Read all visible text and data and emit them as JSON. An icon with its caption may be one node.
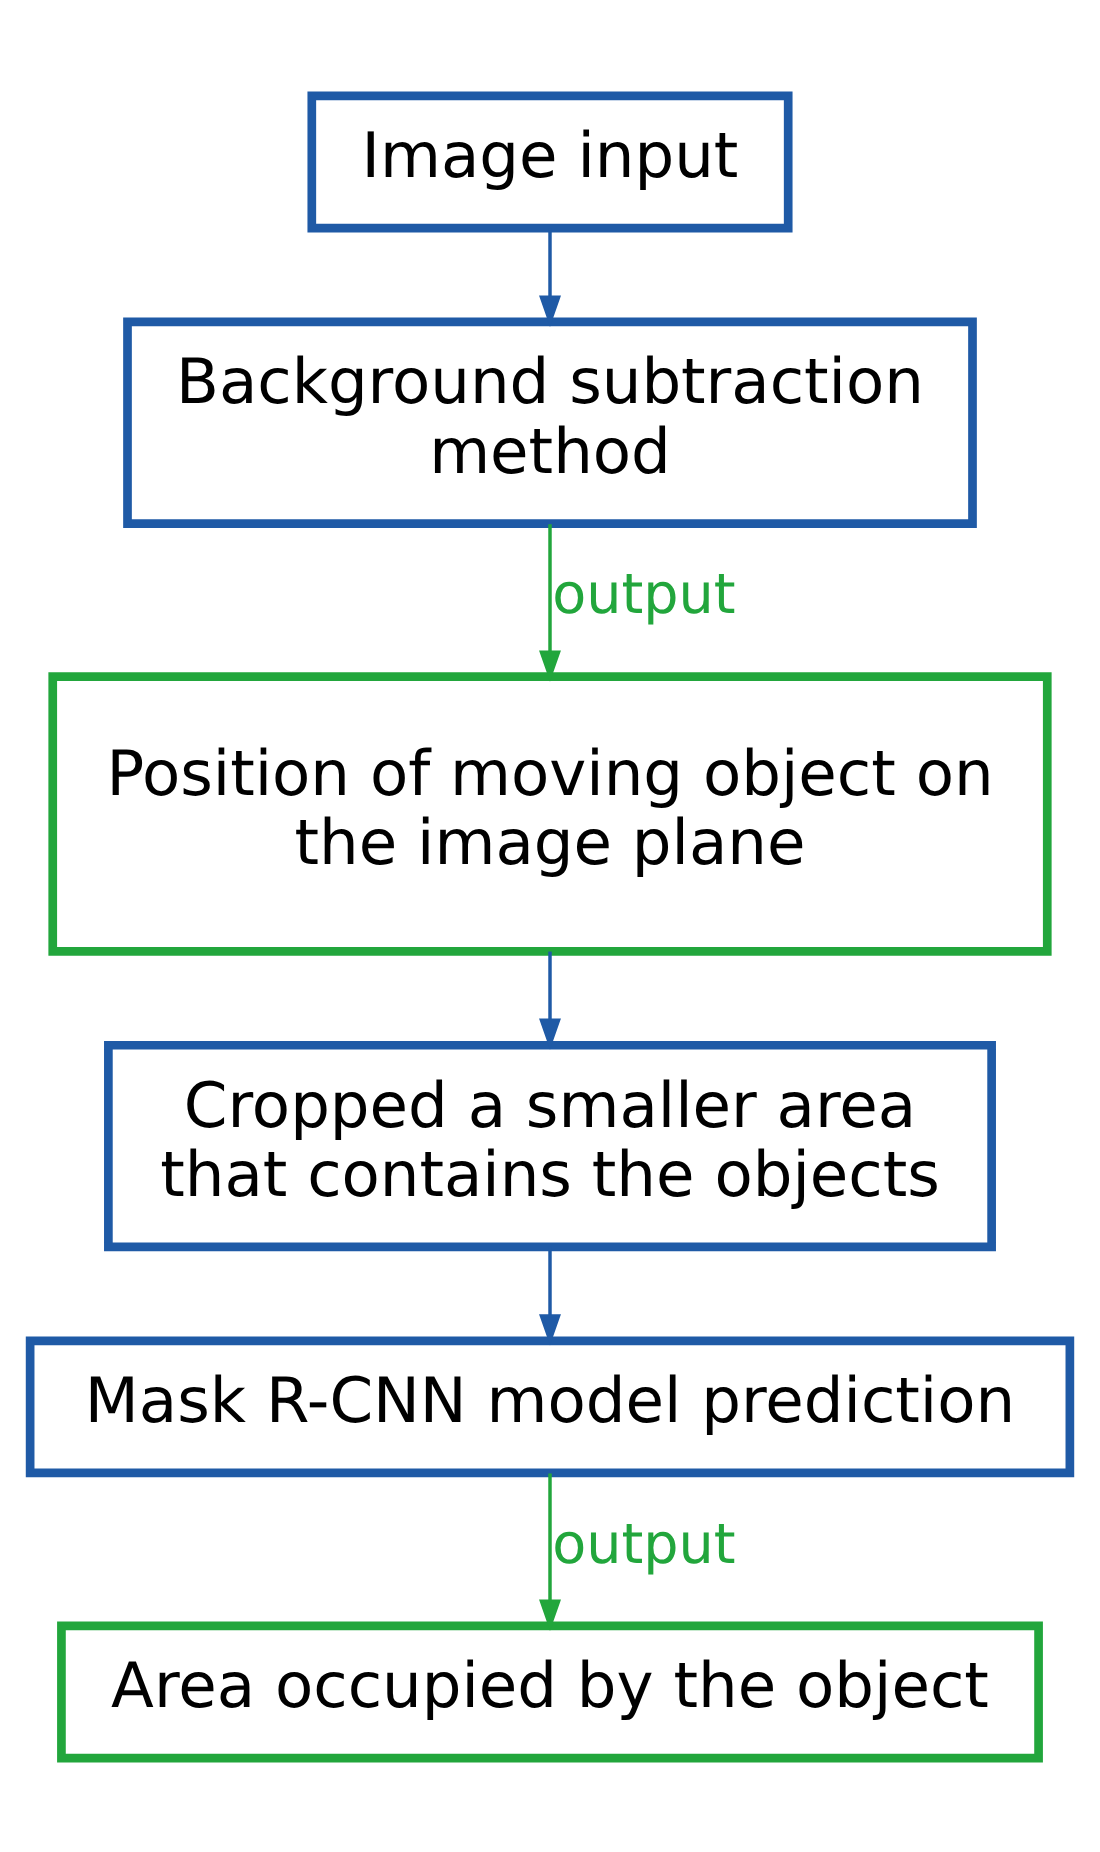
{
  "diagram": {
    "nodes": [
      {
        "text": [
          "Image input"
        ]
      },
      {
        "text": [
          "Background subtraction method"
        ]
      },
      {
        "text": [
          "Position of moving object on the image plane"
        ]
      },
      {
        "text": [
          "Cropped a smaller area that contains the objects"
        ]
      },
      {
        "text": [
          "Mask R-CNN model prediction"
        ]
      },
      {
        "text": [
          "Area occupied by the object"
        ]
      }
    ],
    "edges": [
      {
        "from": 0,
        "to": 1,
        "arrow": "to"
      },
      {
        "from": 1,
        "to": 2,
        "arrow": "to",
        "label": "output",
        "color": "#22a63c"
      },
      {
        "from": 2,
        "to": 3,
        "arrow": "to"
      },
      {
        "from": 3,
        "to": 4,
        "arrow": "to"
      },
      {
        "from": 4,
        "to": 5,
        "arrow": "to",
        "label": "output",
        "color": "#22a63c"
      }
    ]
  }
}
